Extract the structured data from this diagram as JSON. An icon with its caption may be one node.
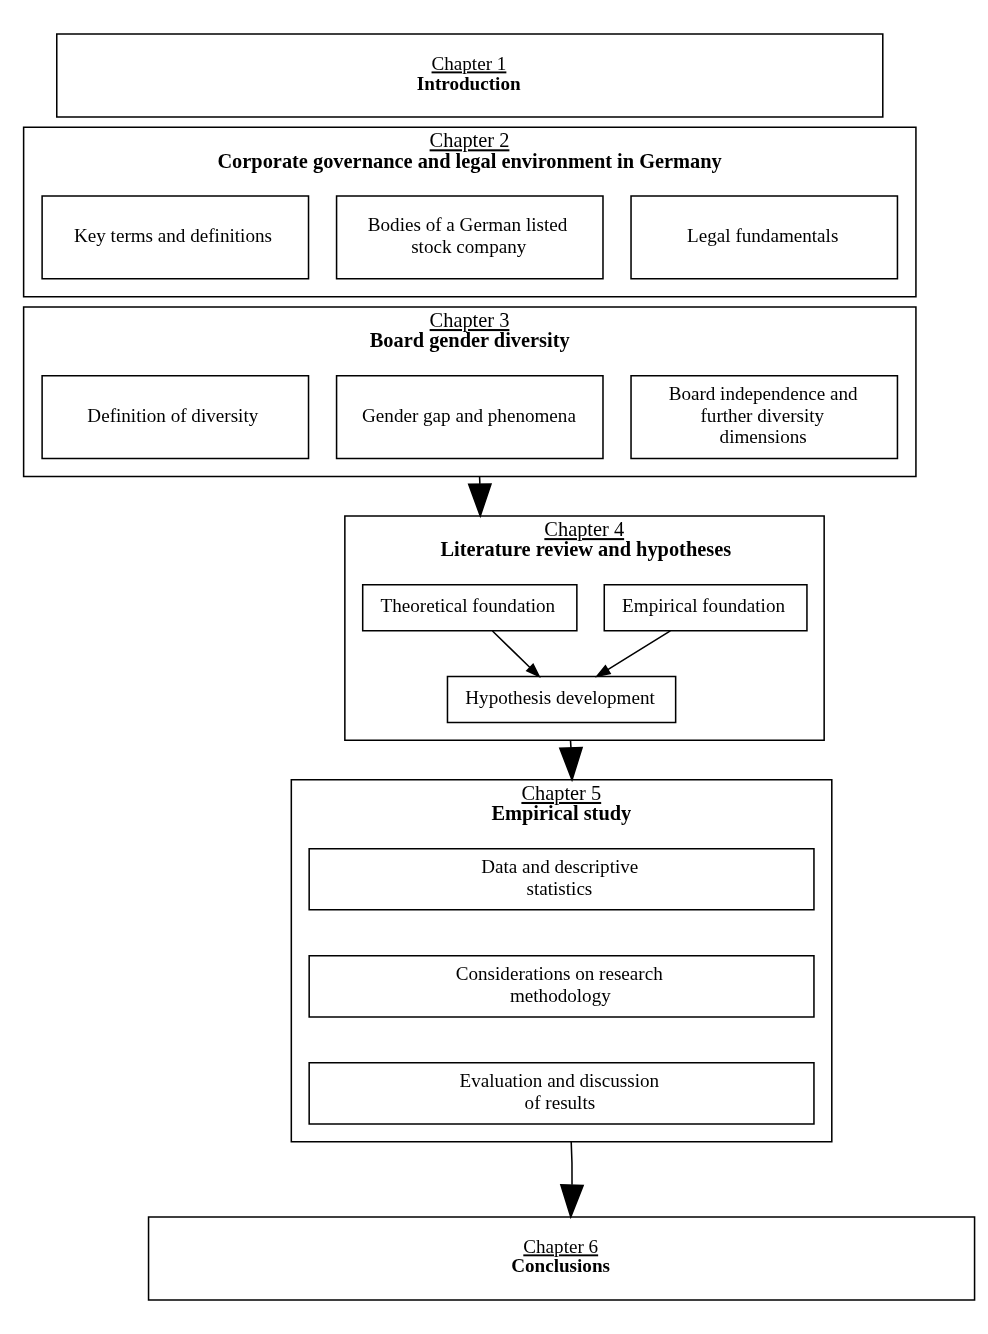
{
  "diagram": {
    "nodes": [
      {
        "text": [
          "Chapter 1",
          "Introduction"
        ]
      },
      {
        "text": [
          "Chapter 2",
          "Corporate governance and legal environment in Germany"
        ]
      },
      {
        "text": [
          "Key terms and definitions"
        ],
        "in": 1
      },
      {
        "text": [
          "Bodies of a German listed stock company"
        ],
        "in": 1
      },
      {
        "text": [
          "Legal fundamentals"
        ],
        "in": 1
      },
      {
        "text": [
          "Chapter 3",
          "Board gender diversity"
        ]
      },
      {
        "text": [
          "Definition of diversity"
        ],
        "in": 5
      },
      {
        "text": [
          "Gender gap and phenomena"
        ],
        "in": 5
      },
      {
        "text": [
          "Board independence and further diversity dimensions"
        ],
        "in": 5
      },
      {
        "text": [
          "Chapter 4",
          "Literature review and hypotheses"
        ]
      },
      {
        "text": [
          "Theoretical foundation"
        ],
        "in": 9
      },
      {
        "text": [
          "Empirical foundation"
        ],
        "in": 9
      },
      {
        "text": [
          "Hypothesis development"
        ],
        "in": 9
      },
      {
        "text": [
          "Chapter 5",
          "Empirical study"
        ]
      },
      {
        "text": [
          "Data and descriptive statistics"
        ],
        "in": 13
      },
      {
        "text": [
          "Considerations on research methodology"
        ],
        "in": 13
      },
      {
        "text": [
          "Evaluation and discussion of results"
        ],
        "in": 13
      },
      {
        "text": [
          "Chapter 6",
          "Conclusions"
        ]
      }
    ],
    "edges": [
      {
        "from": 5,
        "to": 9,
        "arrow": "to"
      },
      {
        "from": 10,
        "to": 12,
        "arrow": "to"
      },
      {
        "from": 11,
        "to": 12,
        "arrow": "to"
      },
      {
        "from": 9,
        "to": 13,
        "arrow": "to"
      },
      {
        "from": 13,
        "to": 17,
        "arrow": "to"
      }
    ]
  }
}
